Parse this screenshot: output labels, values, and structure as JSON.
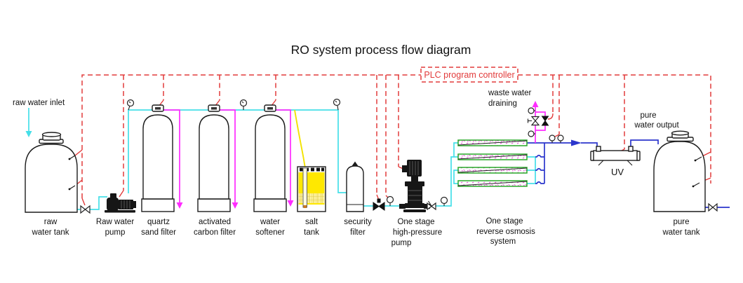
{
  "title": "RO system process flow diagram",
  "controller": {
    "label": "PLC program controller"
  },
  "annotations": {
    "raw_water_inlet": "raw water inlet",
    "waste_water_1": "waste water",
    "waste_water_2": "draining",
    "pure_output_1": "pure",
    "pure_output_2": "water output"
  },
  "equipment": {
    "raw_water_tank": {
      "l1": "raw",
      "l2": "water tank"
    },
    "raw_water_pump": {
      "l1": "Raw water",
      "l2": "pump"
    },
    "quartz_sand_filter": {
      "l1": "quartz",
      "l2": "sand filter"
    },
    "activated_carbon_filter": {
      "l1": "activated",
      "l2": "carbon filter"
    },
    "water_softener": {
      "l1": "water",
      "l2": "softener"
    },
    "salt_tank": {
      "l1": "salt",
      "l2": "tank"
    },
    "security_filter": {
      "l1": "security",
      "l2": "filter"
    },
    "high_pressure_pump": {
      "l1": "One stage",
      "l2": "high-pressure",
      "l3": "pump"
    },
    "ro_system": {
      "l1": "One stage",
      "l2": "reverse osmosis",
      "l3": "system"
    },
    "uv": {
      "l1": "UV"
    },
    "pure_water_tank": {
      "l1": "pure",
      "l2": "water tank"
    }
  },
  "colors": {
    "pipe_raw": "#45dfe8",
    "pipe_drain": "#ff2bff",
    "pipe_pure": "#2b36cc",
    "control": "#e23b3b",
    "brine": "#f2e300",
    "membrane": "#28a828",
    "salt_fill": "#ffe800"
  }
}
